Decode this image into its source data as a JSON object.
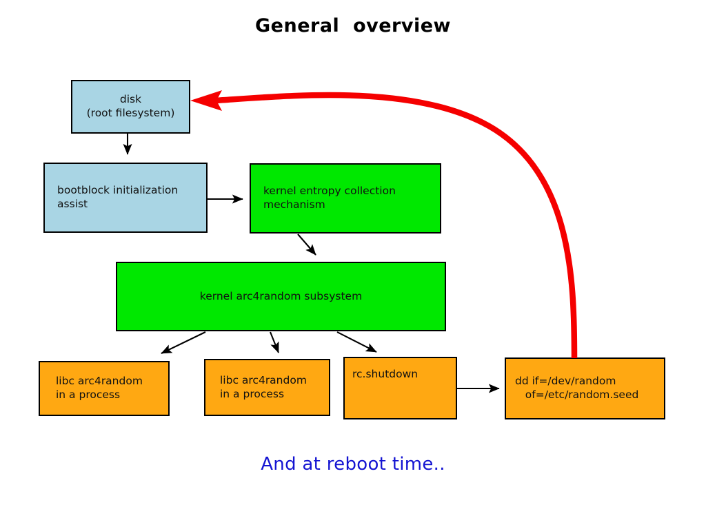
{
  "slide": {
    "title": "General  overview",
    "caption": "And at reboot time..",
    "title_color": "#000000",
    "caption_color": "#1414d2",
    "background": "#ffffff"
  },
  "palette": {
    "disk_fill": "#a9d5e4",
    "kernel_fill": "#00e800",
    "userland_fill": "#ffa812",
    "border": "#000000",
    "reboot_arrow": "#f50000",
    "edge": "#000000"
  },
  "nodes": [
    {
      "id": "disk",
      "name": "disk-box",
      "fill": "#a9d5e4",
      "align": "center",
      "lines": [
        "disk",
        "(root filesystem)"
      ],
      "text": "disk\n(root filesystem)"
    },
    {
      "id": "bootblock",
      "name": "bootblock-box",
      "fill": "#a9d5e4",
      "align": "left",
      "lines": [
        "bootblock initialization",
        "assist"
      ],
      "text": "bootblock initialization\nassist"
    },
    {
      "id": "entropy",
      "name": "kernel-entropy-box",
      "fill": "#00e800",
      "align": "left",
      "lines": [
        "kernel entropy collection",
        "mechanism"
      ],
      "text": "kernel entropy collection\nmechanism"
    },
    {
      "id": "arc4random",
      "name": "kernel-arc4random-box",
      "fill": "#00e800",
      "align": "center",
      "lines": [
        "kernel arc4random subsystem"
      ],
      "text": "kernel arc4random subsystem"
    },
    {
      "id": "libc1",
      "name": "libc-arc4random-box-1",
      "fill": "#ffa812",
      "align": "left",
      "lines": [
        "libc arc4random",
        "in a process"
      ],
      "text": "libc arc4random\nin a process"
    },
    {
      "id": "libc2",
      "name": "libc-arc4random-box-2",
      "fill": "#ffa812",
      "align": "left",
      "lines": [
        "libc arc4random",
        "in a process"
      ],
      "text": "libc arc4random\nin a process"
    },
    {
      "id": "rcshutdown",
      "name": "rc-shutdown-box",
      "fill": "#ffa812",
      "align": "topleft",
      "lines": [
        "rc.shutdown"
      ],
      "text": "rc.shutdown"
    },
    {
      "id": "ddseed",
      "name": "dd-random-seed-box",
      "fill": "#ffa812",
      "align": "left",
      "lines": [
        "dd if=/dev/random",
        "   of=/etc/random.seed"
      ],
      "text": "dd if=/dev/random\n   of=/etc/random.seed"
    }
  ],
  "edges": [
    {
      "name": "edge-disk-to-bootblock",
      "from": "disk",
      "to": "bootblock",
      "style": "black-arrow"
    },
    {
      "name": "edge-bootblock-to-entropy",
      "from": "bootblock",
      "to": "entropy",
      "style": "black-arrow"
    },
    {
      "name": "edge-entropy-to-arc4random",
      "from": "entropy",
      "to": "arc4random",
      "style": "black-arrow"
    },
    {
      "name": "edge-arc4random-to-libc1",
      "from": "arc4random",
      "to": "libc1",
      "style": "black-arrow"
    },
    {
      "name": "edge-arc4random-to-libc2",
      "from": "arc4random",
      "to": "libc2",
      "style": "black-arrow"
    },
    {
      "name": "edge-arc4random-to-rcshutdown",
      "from": "arc4random",
      "to": "rcshutdown",
      "style": "black-arrow"
    },
    {
      "name": "edge-rcshutdown-to-ddseed",
      "from": "rcshutdown",
      "to": "ddseed",
      "style": "black-arrow"
    },
    {
      "name": "edge-ddseed-to-disk-reboot",
      "from": "ddseed",
      "to": "disk",
      "style": "red-curved-arrow"
    }
  ]
}
